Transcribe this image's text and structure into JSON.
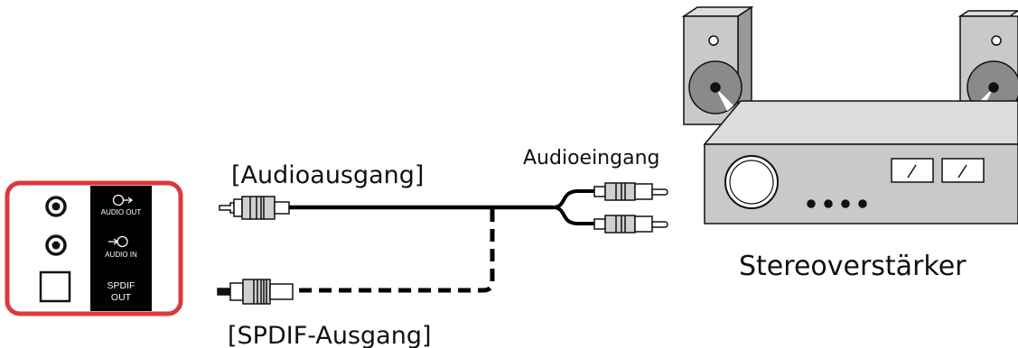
{
  "panel": {
    "audio_out_label": "AUDIO OUT",
    "audio_in_label": "AUDIO IN",
    "spdif_label_line1": "SPDIF",
    "spdif_label_line2": "OUT",
    "border_color": "#d93a3a",
    "strip_color": "#000000"
  },
  "labels": {
    "audio_output": "[Audioausgang]",
    "audio_input": "Audioeingang",
    "spdif_output": "[SPDIF-Ausgang]",
    "amplifier": "Stereoverstärker"
  },
  "icons": {
    "audio_out": "audio-out-arrow-icon",
    "audio_in": "audio-in-arrow-icon"
  },
  "colors": {
    "device_gray": "#c9c9c9",
    "cable": "#000000",
    "plug_fill": "#d0d0d0"
  }
}
